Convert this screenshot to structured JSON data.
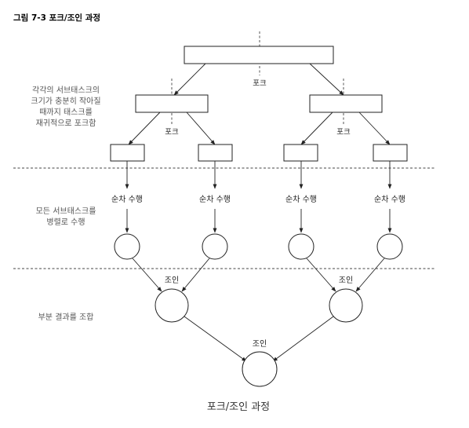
{
  "figure_title": "그림 7-3 포크/조인 과정",
  "side_text": {
    "fork": [
      "각각의 서브태스크의",
      "크기가 충분히 작아질",
      "때까지 태스크를",
      "재귀적으로 포크함"
    ],
    "parallel": [
      "모든 서브태스크를",
      "병렬로 수행"
    ],
    "combine": [
      "부분 결과를 조합"
    ]
  },
  "labels": {
    "fork": "포크",
    "sequential": "순차 수행",
    "join": "조인"
  },
  "caption": "포크/조인 과정"
}
